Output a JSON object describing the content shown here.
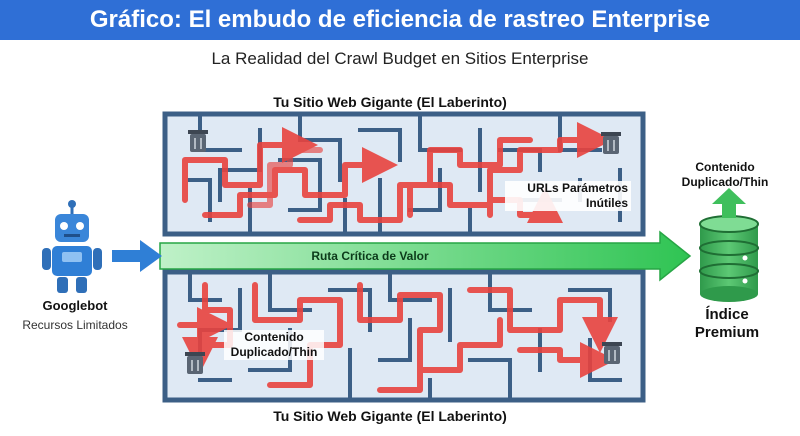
{
  "header": {
    "title": "Gráfico: El embudo de eficiencia de rastreo Enterprise",
    "subtitle": "La Realidad del Crawl Budget en Sitios Enterprise"
  },
  "maze": {
    "title_top": "Tu Sitio Web Gigante (El Laberinto)",
    "title_bottom": "Tu Sitio Web Gigante (El Laberinto)",
    "route_label": "Ruta Crítica de Valor",
    "params_label": "URLs Parámetros Inútiles",
    "duplicate_inside_label": "Contenido Duplicado/Thin"
  },
  "bot": {
    "name": "Googlebot",
    "subtitle": "Recursos Limitados"
  },
  "index": {
    "duplicate_label": "Contenido Duplicado/Thin",
    "label": "Índice Premium"
  },
  "colors": {
    "banner": "#2f6fd6",
    "maze_wall": "#3c5f86",
    "maze_floor": "#dfe9f4",
    "wasted_path": "#e8433f",
    "critical_route": "#36c95a",
    "bot": "#2f7fd6",
    "database": "#3fae5a"
  },
  "icons": [
    "robot-icon",
    "trash-icon",
    "database-icon",
    "arrow-up-icon",
    "arrow-right-icon"
  ]
}
